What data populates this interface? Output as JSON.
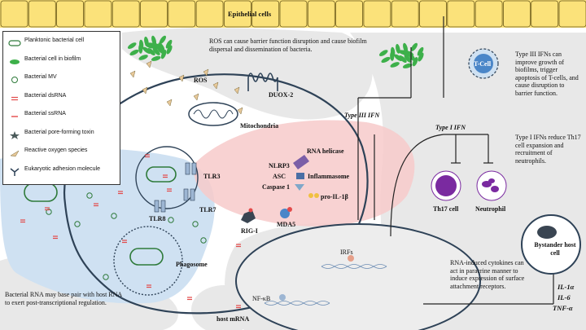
{
  "header": {
    "epithelial": "Epithelial cells"
  },
  "legend": [
    {
      "icon": "planktonic-cell-icon",
      "label": "Planktonic bacterial cell"
    },
    {
      "icon": "biofilm-cell-icon",
      "label": "Bacterial cell in biofilm"
    },
    {
      "icon": "mv-icon",
      "label": "Bacterial MV"
    },
    {
      "icon": "dsrna-icon",
      "label": "Bacterial dsRNA"
    },
    {
      "icon": "ssrna-icon",
      "label": "Bacterial ssRNA"
    },
    {
      "icon": "toxin-icon",
      "label": "Bacterial pore-forming toxin"
    },
    {
      "icon": "ros-icon",
      "label": "Reactive oxygen species"
    },
    {
      "icon": "adhesion-icon",
      "label": "Eukaryotic adhesion molecule"
    }
  ],
  "labels": {
    "ros": "ROS",
    "duox": "DUOX-2",
    "mito": "Mitochondria",
    "tlr3": "TLR3",
    "tlr7": "TLR7",
    "tlr8": "TLR8",
    "phagosome": "Phagosome",
    "rna_helicase": "RNA helicase",
    "nlrp3": "NLRP3",
    "asc": "ASC",
    "caspase": "Caspase 1",
    "inflammasome": "Inflammasome",
    "pro_il": "pro-IL-1β",
    "rig": "RIG-I",
    "mda5": "MDA5",
    "type3": "Type III IFN",
    "type1": "Type I IFN",
    "tcell": "T-Cell",
    "th17": "Th17 cell",
    "neutro": "Neutrophil",
    "irfs": "IRFs",
    "nfkb": "NF-κB",
    "host_mrna": "host mRNA",
    "bystander": "Bystander host cell",
    "il1": "IL-1α",
    "il6": "IL-6",
    "tnf": "TNF-α"
  },
  "texts": {
    "ros_note": "ROS can cause barrier function disruption and cause biofilm dispersal and dissemination of bacteria.",
    "ifn3_note": "Type III IFNs can improve growth of biofilms, trigger apoptosis of T-cells, and cause disruption to barrier function.",
    "ifn1_note": "Type I IFNs reduce Th17 cell expansion and recruitment of neutrophils.",
    "rna_note": "RNA-induced cytokines can act in paracrine manner to induce expression of surface attachment receptors.",
    "bp_note": "Bacterial RNA may base pair with host RNA to exert post-transcriptional regulation."
  },
  "colors": {
    "epithelial": "#fbe27a",
    "epithelial_border": "#6b5a1a",
    "grey_region": "#e8e8e8",
    "blue_region": "#cfe1f2",
    "pink_region": "#f7caca",
    "biofilm": "#3db04a",
    "tcell": "#4a86c8",
    "th17": "#7a2aa0"
  }
}
